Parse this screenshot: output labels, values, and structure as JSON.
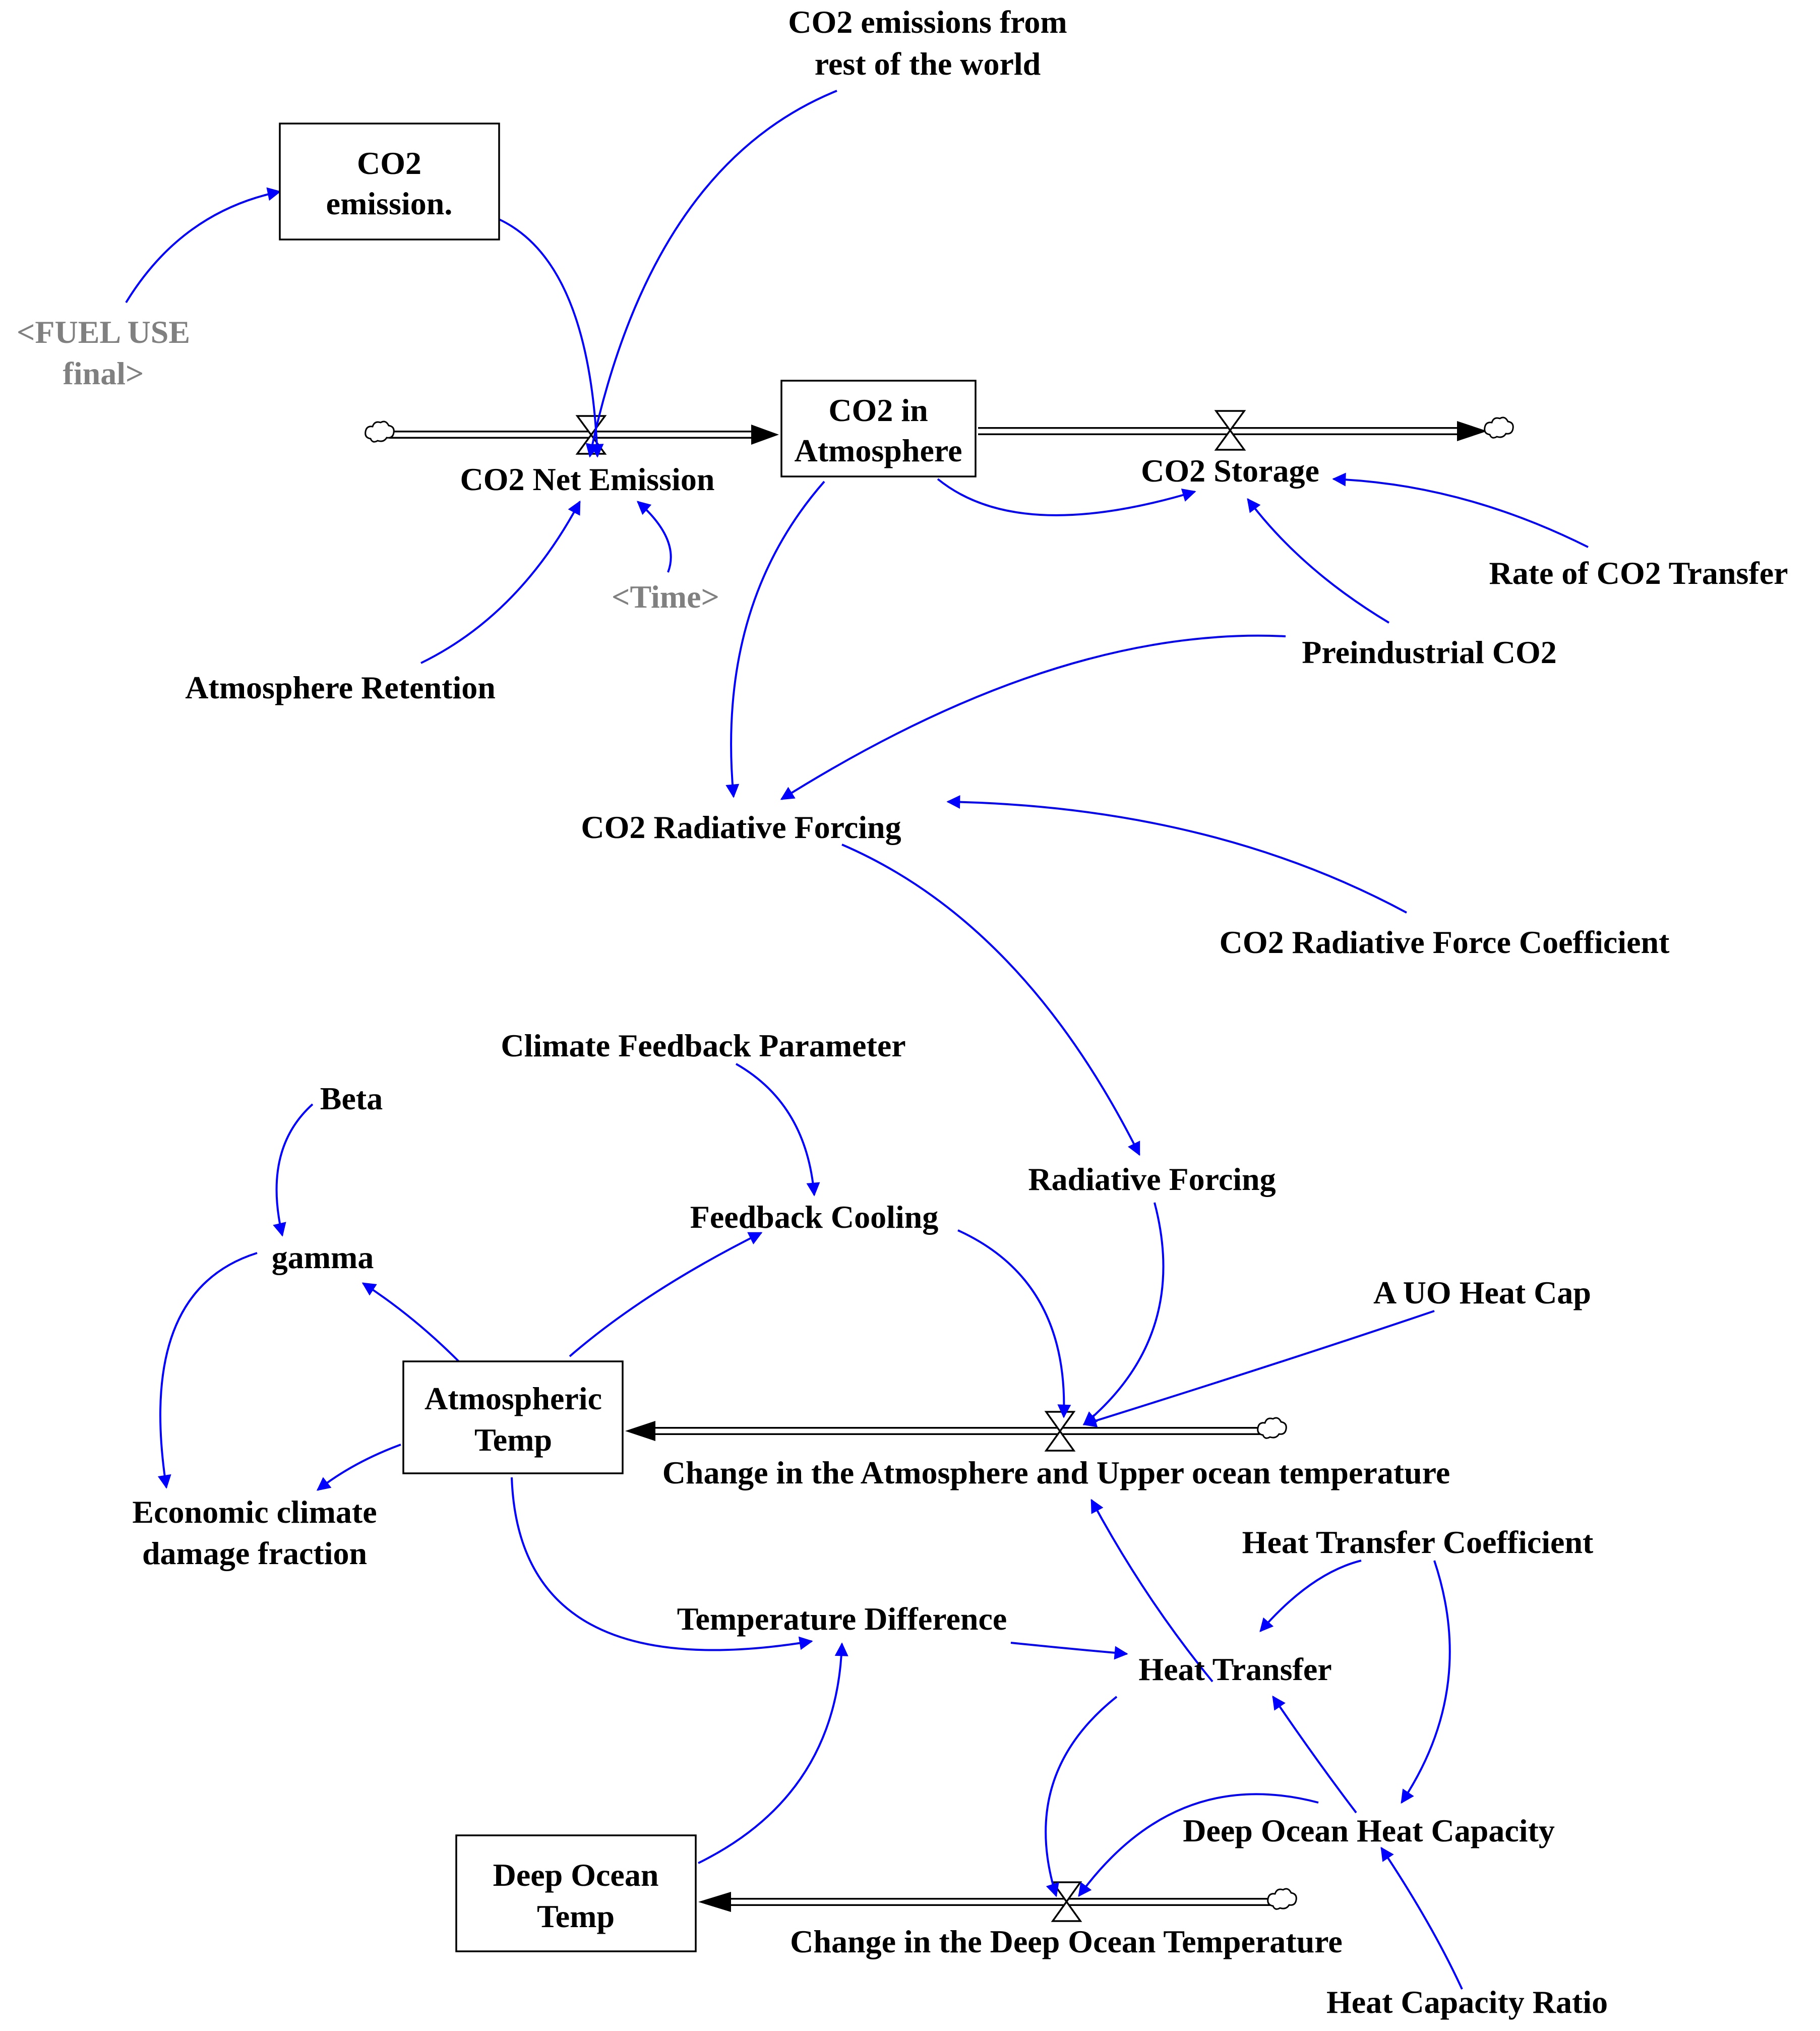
{
  "stocks": {
    "co2_emission": [
      "CO2",
      "emission."
    ],
    "co2_in_atmosphere": [
      "CO2 in",
      "Atmosphere"
    ],
    "atmospheric_temp": [
      "Atmospheric",
      "Temp"
    ],
    "deep_ocean_temp": [
      "Deep Ocean",
      "Temp"
    ]
  },
  "flows": {
    "co2_net_emission": "CO2 Net Emission",
    "co2_storage": "CO2 Storage",
    "change_atmosphere_upper_ocean": "Change in the Atmosphere and Upper ocean temperature",
    "change_deep_ocean": "Change in the Deep Ocean Temperature"
  },
  "variables": {
    "co2_emissions_rest_world": [
      "CO2 emissions from",
      "rest of the world"
    ],
    "fuel_use_final": [
      "<FUEL USE",
      "final>"
    ],
    "time": "<Time>",
    "atmosphere_retention": "Atmosphere Retention",
    "rate_of_co2_transfer": "Rate of CO2 Transfer",
    "preindustrial_co2": "Preindustrial CO2",
    "co2_radiative_forcing": "CO2 Radiative Forcing",
    "co2_radiative_force_coefficient": "CO2 Radiative Force Coefficient",
    "climate_feedback_parameter": "Climate Feedback Parameter",
    "beta": "Beta",
    "gamma": "gamma",
    "feedback_cooling": "Feedback Cooling",
    "radiative_forcing": "Radiative Forcing",
    "a_uo_heat_cap": "A UO Heat Cap",
    "economic_climate_damage_fraction": [
      "Economic climate",
      "damage fraction"
    ],
    "heat_transfer_coefficient": "Heat Transfer Coefficient",
    "temperature_difference": "Temperature Difference",
    "heat_transfer": "Heat Transfer",
    "deep_ocean_heat_capacity": "Deep Ocean Heat Capacity",
    "heat_capacity_ratio": "Heat Capacity Ratio"
  },
  "colors": {
    "link": "#0000ff",
    "shadow_variable": "#808080",
    "text": "#000000",
    "background": "#ffffff"
  }
}
